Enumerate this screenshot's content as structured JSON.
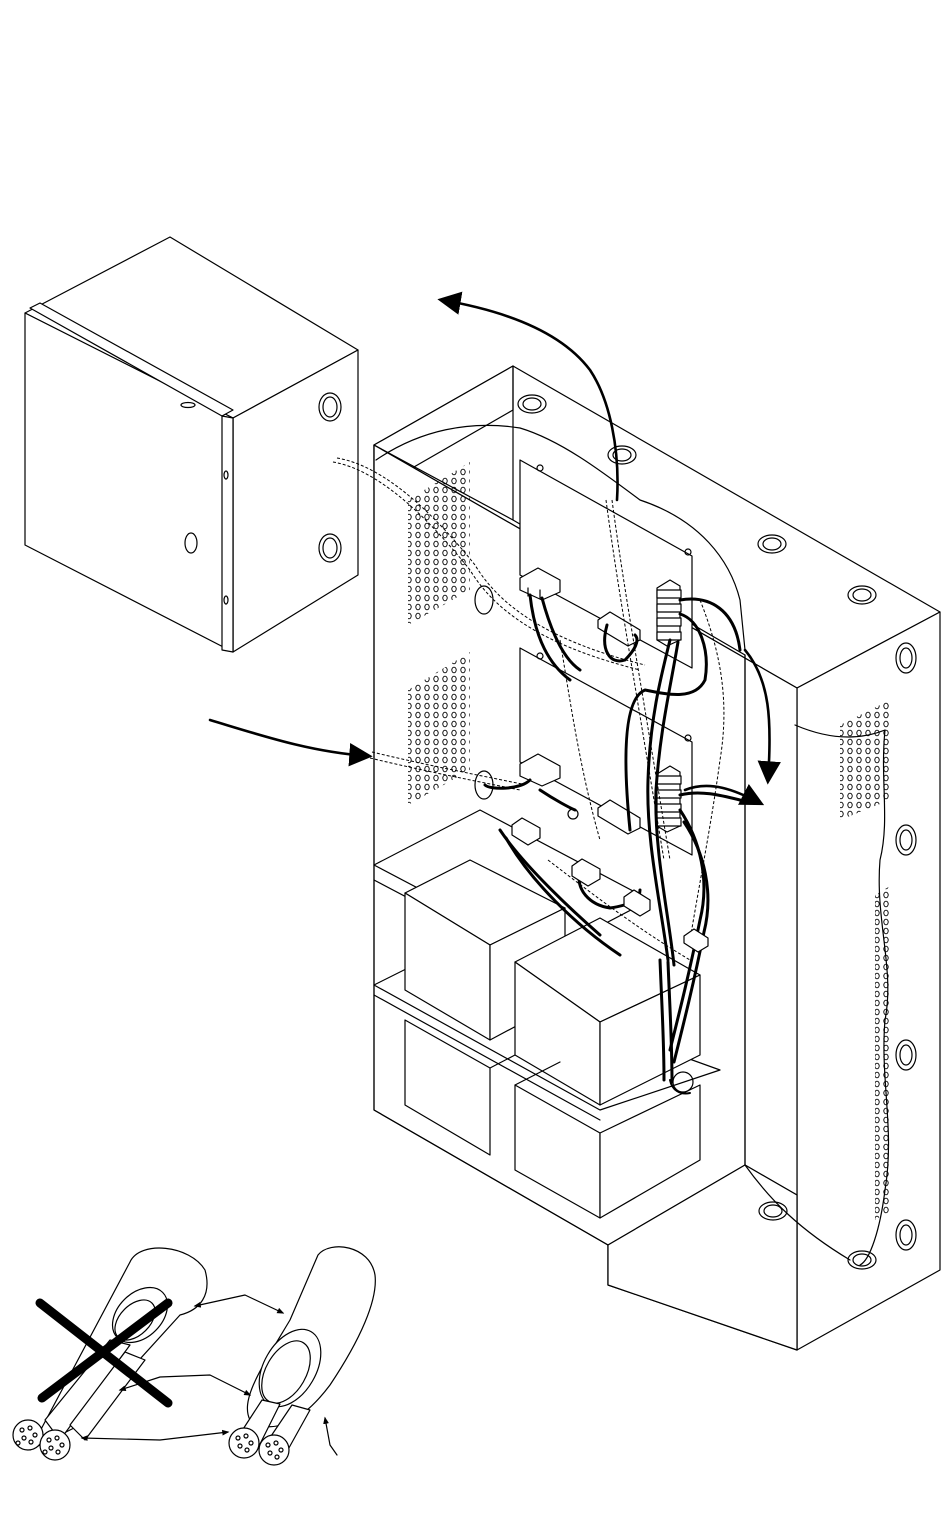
{
  "figure": {
    "type": "technical-line-drawing",
    "components": {
      "cover": "enclosure-cover",
      "enclosure": "open-enclosure",
      "boards": [
        "power-board-upper",
        "power-board-lower"
      ],
      "batteries": [
        "battery-top-left",
        "battery-top-right",
        "battery-bottom-left",
        "battery-bottom-right"
      ],
      "cable_detail": [
        "cable-incorrect",
        "cable-correct"
      ]
    },
    "markings": {
      "cross": "x-mark",
      "color": "#000000"
    }
  }
}
